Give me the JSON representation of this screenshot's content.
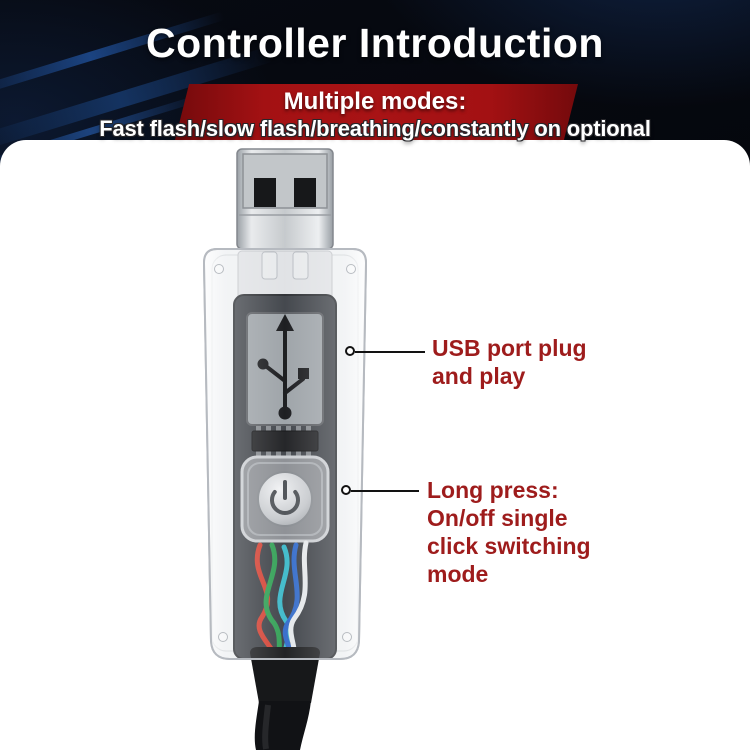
{
  "title": "Controller Introduction",
  "banner": {
    "heading": "Multiple modes:",
    "subheading": "Fast flash/slow flash/breathing/constantly on optional"
  },
  "callouts": {
    "usb_port": {
      "lines": [
        "USB port plug",
        "and play"
      ]
    },
    "long_press": {
      "lines": [
        "Long press:",
        "On/off single",
        "click switching",
        "mode"
      ]
    }
  },
  "icons": {
    "usb_trident": "usb-trident-icon",
    "power": "power-icon"
  },
  "colors": {
    "accent_red": "#a81315",
    "callout_text": "#9e1c1c",
    "background_dark": "#05070c",
    "panel_white": "#ffffff",
    "wire_red": "#d23f31",
    "wire_green": "#2e9e52",
    "wire_cyan": "#3bb8c9",
    "wire_blue": "#3069c9",
    "wire_white": "#e4e7ea"
  }
}
